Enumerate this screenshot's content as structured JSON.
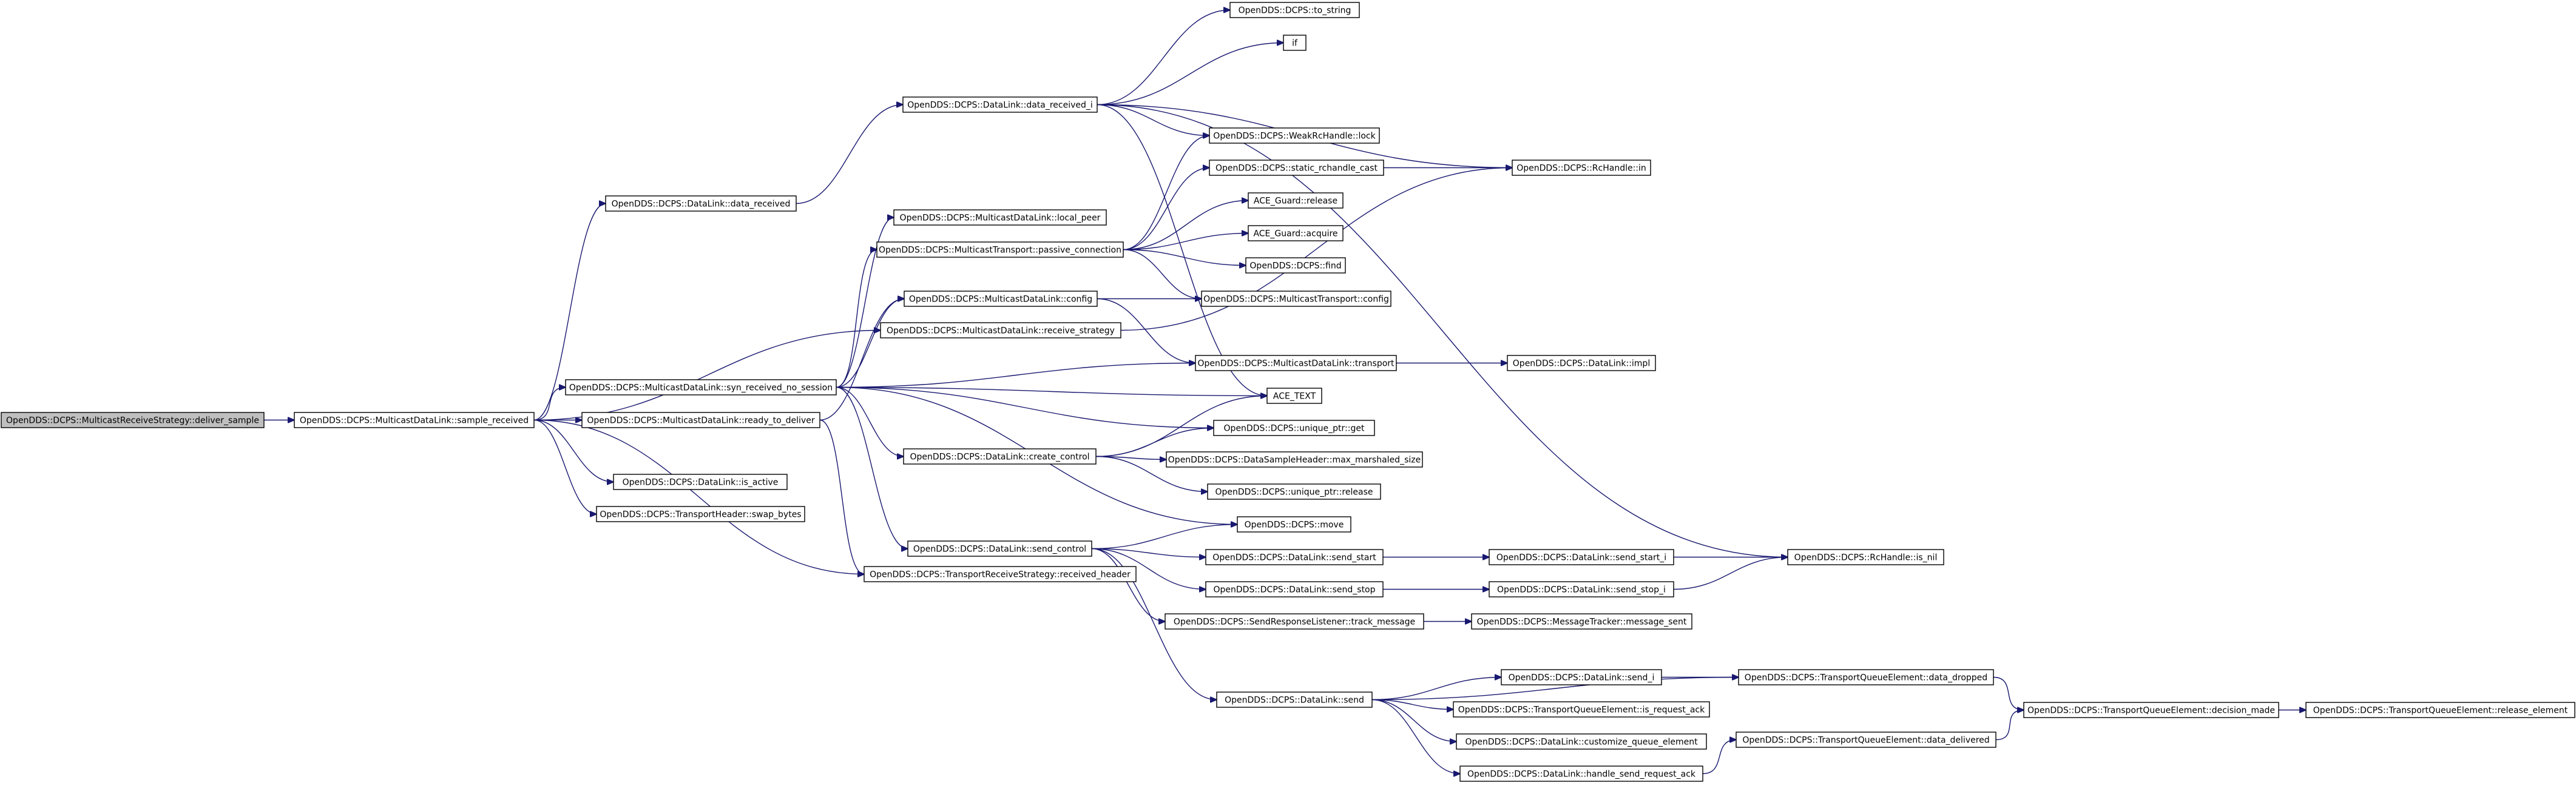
{
  "diagram": {
    "kind": "call-graph",
    "edge_color": "#191970",
    "root_fill": "#bfbfbf",
    "node_fill": "#ffffff",
    "nodes": [
      {
        "id": "deliver_sample",
        "label": "OpenDDS::DCPS::MulticastReceiveStrategy::deliver_sample",
        "root": true
      },
      {
        "id": "sample_received",
        "label": "OpenDDS::DCPS::MulticastDataLink::sample_received"
      },
      {
        "id": "data_received",
        "label": "OpenDDS::DCPS::DataLink::data_received"
      },
      {
        "id": "data_received_i",
        "label": "OpenDDS::DCPS::DataLink::data_received_i"
      },
      {
        "id": "to_string",
        "label": "OpenDDS::DCPS::to_string"
      },
      {
        "id": "if",
        "label": "if"
      },
      {
        "id": "weak_lock",
        "label": "OpenDDS::DCPS::WeakRcHandle::lock"
      },
      {
        "id": "static_rchandle_cast",
        "label": "OpenDDS::DCPS::static_rchandle_cast"
      },
      {
        "id": "rchandle_in",
        "label": "OpenDDS::DCPS::RcHandle::in"
      },
      {
        "id": "local_peer",
        "label": "OpenDDS::DCPS::MulticastDataLink::local_peer"
      },
      {
        "id": "passive_connection",
        "label": "OpenDDS::DCPS::MulticastTransport::passive_connection"
      },
      {
        "id": "guard_release",
        "label": "ACE_Guard::release"
      },
      {
        "id": "guard_acquire",
        "label": "ACE_Guard::acquire"
      },
      {
        "id": "find",
        "label": "OpenDDS::DCPS::find"
      },
      {
        "id": "mdl_config",
        "label": "OpenDDS::DCPS::MulticastDataLink::config"
      },
      {
        "id": "mt_config",
        "label": "OpenDDS::DCPS::MulticastTransport::config"
      },
      {
        "id": "receive_strategy",
        "label": "OpenDDS::DCPS::MulticastDataLink::receive_strategy"
      },
      {
        "id": "mdl_transport",
        "label": "OpenDDS::DCPS::MulticastDataLink::transport"
      },
      {
        "id": "dl_impl",
        "label": "OpenDDS::DCPS::DataLink::impl"
      },
      {
        "id": "syn_received",
        "label": "OpenDDS::DCPS::MulticastDataLink::syn_received_no_session"
      },
      {
        "id": "ace_text",
        "label": "ACE_TEXT"
      },
      {
        "id": "ready_to_deliver",
        "label": "OpenDDS::DCPS::MulticastDataLink::ready_to_deliver"
      },
      {
        "id": "unique_get",
        "label": "OpenDDS::DCPS::unique_ptr::get"
      },
      {
        "id": "create_control",
        "label": "OpenDDS::DCPS::DataLink::create_control"
      },
      {
        "id": "max_marshaled",
        "label": "OpenDDS::DCPS::DataSampleHeader::max_marshaled_size"
      },
      {
        "id": "unique_release",
        "label": "OpenDDS::DCPS::unique_ptr::release"
      },
      {
        "id": "is_active",
        "label": "OpenDDS::DCPS::DataLink::is_active"
      },
      {
        "id": "swap_bytes",
        "label": "OpenDDS::DCPS::TransportHeader::swap_bytes"
      },
      {
        "id": "move",
        "label": "OpenDDS::DCPS::move"
      },
      {
        "id": "send_control",
        "label": "OpenDDS::DCPS::DataLink::send_control"
      },
      {
        "id": "send_start",
        "label": "OpenDDS::DCPS::DataLink::send_start"
      },
      {
        "id": "send_start_i",
        "label": "OpenDDS::DCPS::DataLink::send_start_i"
      },
      {
        "id": "rc_is_nil",
        "label": "OpenDDS::DCPS::RcHandle::is_nil"
      },
      {
        "id": "received_header",
        "label": "OpenDDS::DCPS::TransportReceiveStrategy::received_header"
      },
      {
        "id": "send_stop",
        "label": "OpenDDS::DCPS::DataLink::send_stop"
      },
      {
        "id": "send_stop_i",
        "label": "OpenDDS::DCPS::DataLink::send_stop_i"
      },
      {
        "id": "track_message",
        "label": "OpenDDS::DCPS::SendResponseListener::track_message"
      },
      {
        "id": "message_sent",
        "label": "OpenDDS::DCPS::MessageTracker::message_sent"
      },
      {
        "id": "send_i",
        "label": "OpenDDS::DCPS::DataLink::send_i"
      },
      {
        "id": "data_dropped",
        "label": "OpenDDS::DCPS::TransportQueueElement::data_dropped"
      },
      {
        "id": "dl_send",
        "label": "OpenDDS::DCPS::DataLink::send"
      },
      {
        "id": "is_request_ack",
        "label": "OpenDDS::DCPS::TransportQueueElement::is_request_ack"
      },
      {
        "id": "decision_made",
        "label": "OpenDDS::DCPS::TransportQueueElement::decision_made"
      },
      {
        "id": "release_element",
        "label": "OpenDDS::DCPS::TransportQueueElement::release_element"
      },
      {
        "id": "customize_queue",
        "label": "OpenDDS::DCPS::DataLink::customize_queue_element"
      },
      {
        "id": "data_delivered",
        "label": "OpenDDS::DCPS::TransportQueueElement::data_delivered"
      },
      {
        "id": "handle_send_request_ack",
        "label": "OpenDDS::DCPS::DataLink::handle_send_request_ack"
      }
    ],
    "edges": [
      {
        "from": "deliver_sample",
        "to": "sample_received"
      },
      {
        "from": "sample_received",
        "to": "data_received"
      },
      {
        "from": "sample_received",
        "to": "syn_received"
      },
      {
        "from": "sample_received",
        "to": "ready_to_deliver"
      },
      {
        "from": "sample_received",
        "to": "receive_strategy"
      },
      {
        "from": "sample_received",
        "to": "is_active"
      },
      {
        "from": "sample_received",
        "to": "swap_bytes"
      },
      {
        "from": "sample_received",
        "to": "received_header"
      },
      {
        "from": "data_received",
        "to": "data_received_i"
      },
      {
        "from": "data_received_i",
        "to": "to_string"
      },
      {
        "from": "data_received_i",
        "to": "if"
      },
      {
        "from": "data_received_i",
        "to": "weak_lock"
      },
      {
        "from": "data_received_i",
        "to": "rchandle_in"
      },
      {
        "from": "data_received_i",
        "to": "ace_text"
      },
      {
        "from": "data_received_i",
        "to": "rc_is_nil"
      },
      {
        "from": "syn_received",
        "to": "local_peer"
      },
      {
        "from": "syn_received",
        "to": "passive_connection"
      },
      {
        "from": "syn_received",
        "to": "mdl_config"
      },
      {
        "from": "syn_received",
        "to": "mdl_transport"
      },
      {
        "from": "syn_received",
        "to": "ace_text"
      },
      {
        "from": "syn_received",
        "to": "unique_get"
      },
      {
        "from": "syn_received",
        "to": "create_control"
      },
      {
        "from": "syn_received",
        "to": "move"
      },
      {
        "from": "syn_received",
        "to": "send_control"
      },
      {
        "from": "passive_connection",
        "to": "weak_lock"
      },
      {
        "from": "passive_connection",
        "to": "static_rchandle_cast"
      },
      {
        "from": "passive_connection",
        "to": "guard_release"
      },
      {
        "from": "passive_connection",
        "to": "guard_acquire"
      },
      {
        "from": "passive_connection",
        "to": "find"
      },
      {
        "from": "passive_connection",
        "to": "mt_config"
      },
      {
        "from": "static_rchandle_cast",
        "to": "rchandle_in"
      },
      {
        "from": "mdl_config",
        "to": "mt_config"
      },
      {
        "from": "mdl_config",
        "to": "mdl_transport"
      },
      {
        "from": "receive_strategy",
        "to": "rchandle_in"
      },
      {
        "from": "mdl_transport",
        "to": "dl_impl"
      },
      {
        "from": "ready_to_deliver",
        "to": "mdl_config"
      },
      {
        "from": "ready_to_deliver",
        "to": "received_header"
      },
      {
        "from": "create_control",
        "to": "ace_text"
      },
      {
        "from": "create_control",
        "to": "unique_get"
      },
      {
        "from": "create_control",
        "to": "max_marshaled"
      },
      {
        "from": "create_control",
        "to": "unique_release"
      },
      {
        "from": "send_control",
        "to": "move"
      },
      {
        "from": "send_control",
        "to": "send_start"
      },
      {
        "from": "send_control",
        "to": "send_stop"
      },
      {
        "from": "send_control",
        "to": "track_message"
      },
      {
        "from": "send_control",
        "to": "dl_send"
      },
      {
        "from": "send_start",
        "to": "send_start_i"
      },
      {
        "from": "send_start_i",
        "to": "rc_is_nil"
      },
      {
        "from": "send_stop",
        "to": "send_stop_i"
      },
      {
        "from": "send_stop_i",
        "to": "rc_is_nil"
      },
      {
        "from": "track_message",
        "to": "message_sent"
      },
      {
        "from": "dl_send",
        "to": "send_i"
      },
      {
        "from": "dl_send",
        "to": "data_dropped"
      },
      {
        "from": "dl_send",
        "to": "is_request_ack"
      },
      {
        "from": "dl_send",
        "to": "customize_queue"
      },
      {
        "from": "dl_send",
        "to": "handle_send_request_ack"
      },
      {
        "from": "send_i",
        "to": "data_dropped"
      },
      {
        "from": "data_dropped",
        "to": "decision_made"
      },
      {
        "from": "decision_made",
        "to": "release_element"
      },
      {
        "from": "handle_send_request_ack",
        "to": "data_delivered"
      },
      {
        "from": "data_delivered",
        "to": "decision_made"
      }
    ]
  }
}
